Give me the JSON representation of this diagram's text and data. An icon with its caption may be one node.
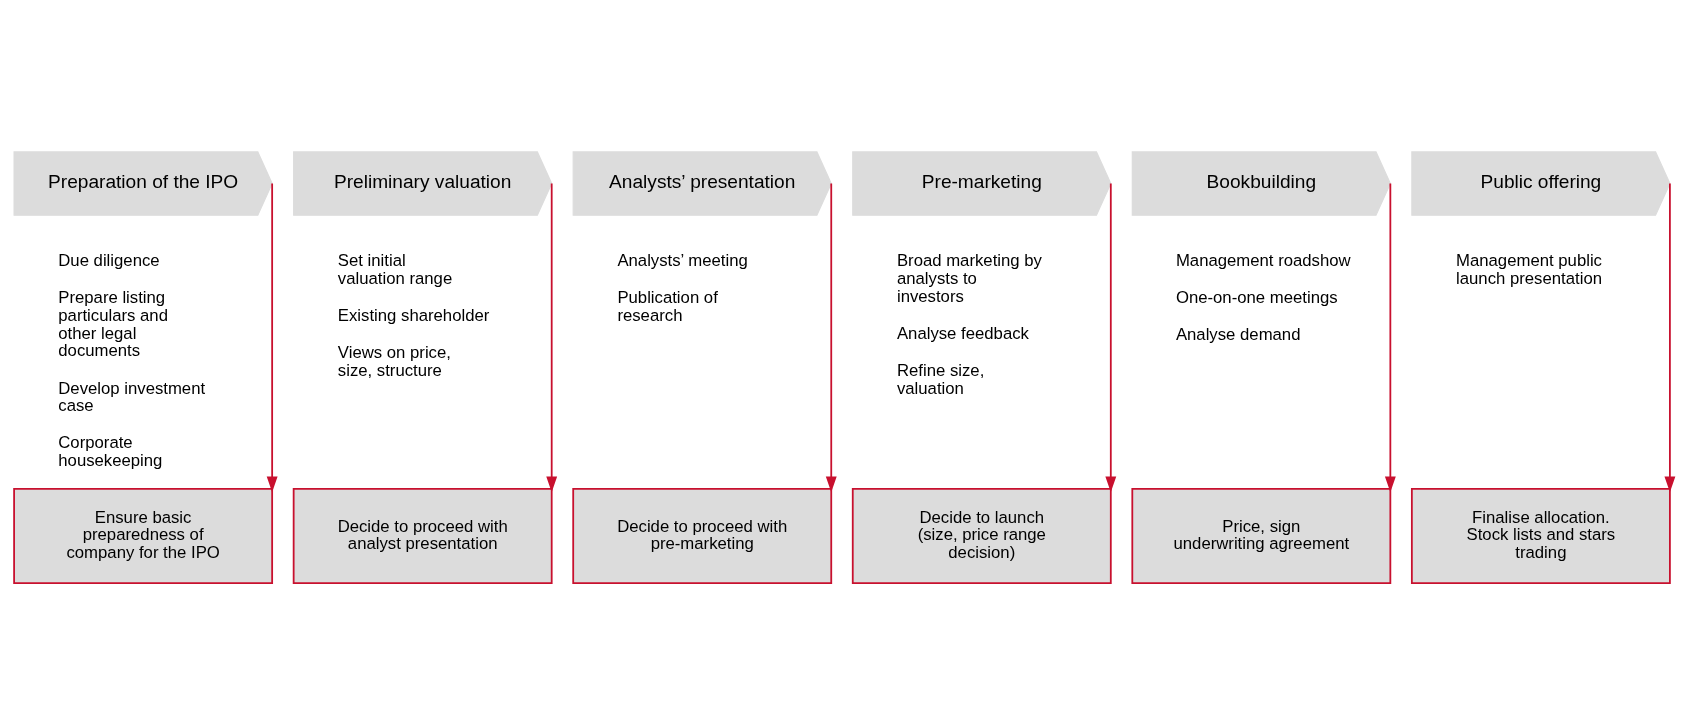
{
  "diagram": {
    "nodes": [
      {
        "text": [
          "Preparation of the IPO"
        ],
        "beside": [
          "Due diligence",
          "Prepare listing particulars and other legal documents",
          "Develop investment case",
          "Corporate housekeeping"
        ]
      },
      {
        "text": [
          "Preliminary valuation"
        ],
        "beside": [
          "Set initial valuation range",
          "Existing shareholder",
          "Views on price, size, structure"
        ]
      },
      {
        "text": [
          "Analysts’ presentation"
        ],
        "beside": [
          "Analysts’ meeting",
          "Publication of research"
        ]
      },
      {
        "text": [
          "Pre-marketing"
        ],
        "beside": [
          "Broad marketing by analysts to investors",
          "Analyse feedback",
          "Refine size, valuation"
        ]
      },
      {
        "text": [
          "Bookbuilding"
        ],
        "beside": [
          "Management roadshow",
          "One-on-one meetings",
          "Analyse demand"
        ]
      },
      {
        "text": [
          "Public offering"
        ],
        "beside": [
          "Management public launch presentation"
        ]
      },
      {
        "text": [
          "Ensure basic preparedness of company for the IPO"
        ]
      },
      {
        "text": [
          "Decide to proceed with analyst presentation"
        ]
      },
      {
        "text": [
          "Decide to proceed with pre-marketing"
        ]
      },
      {
        "text": [
          "Decide to launch (size, price range decision)"
        ]
      },
      {
        "text": [
          "Price, sign underwriting agreement"
        ]
      },
      {
        "text": [
          "Finalise allocation. Stock lists and stars trading"
        ]
      }
    ],
    "edges": [
      {
        "from": 0,
        "to": 6,
        "arrow": "to",
        "color": "#c8102e"
      },
      {
        "from": 1,
        "to": 7,
        "arrow": "to",
        "color": "#c8102e"
      },
      {
        "from": 2,
        "to": 8,
        "arrow": "to",
        "color": "#c8102e"
      },
      {
        "from": 3,
        "to": 9,
        "arrow": "to",
        "color": "#c8102e"
      },
      {
        "from": 4,
        "to": 10,
        "arrow": "to",
        "color": "#c8102e"
      },
      {
        "from": 5,
        "to": 11,
        "arrow": "to",
        "color": "#c8102e"
      }
    ]
  }
}
